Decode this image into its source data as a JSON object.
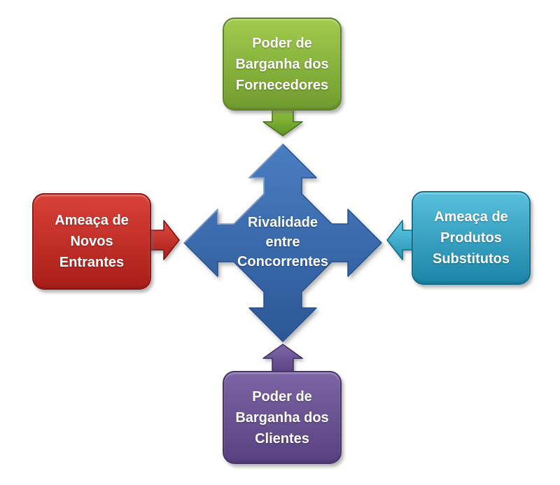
{
  "background_color": "#ffffff",
  "text_color": "#ffffff",
  "nodes": {
    "suppliers": {
      "position": "top",
      "label": "Poder de\nBarganha dos\nFornecedores",
      "box_color_top": "#a2cb4e",
      "box_color_bottom": "#6f9c2f",
      "border_color": "#5f8428",
      "arrow_color_top": "#96c740",
      "arrow_color_bottom": "#5f9225",
      "arrow_outline": "#46741a",
      "arrow_direction": "down"
    },
    "new_entrants": {
      "position": "left",
      "label": "Ameaça de\nNovos\nEntrantes",
      "box_color_top": "#d84138",
      "box_color_bottom": "#a91e19",
      "border_color": "#8f1613",
      "arrow_color_top": "#dd4a41",
      "arrow_color_bottom": "#a51d18",
      "arrow_outline": "#7e120f",
      "arrow_direction": "right"
    },
    "substitutes": {
      "position": "right",
      "label": "Ameaça de\nProdutos\nSubstitutos",
      "box_color_top": "#58bfdc",
      "box_color_bottom": "#1c84a6",
      "border_color": "#156e8c",
      "arrow_color_top": "#62cbe4",
      "arrow_color_bottom": "#2191b3",
      "arrow_outline": "#0f6a88",
      "arrow_direction": "left"
    },
    "customers": {
      "position": "bottom",
      "label": "Poder de\nBarganha dos\nClientes",
      "box_color_top": "#7b65a4",
      "box_color_bottom": "#584180",
      "border_color": "#46346a",
      "arrow_color_top": "#7e68a7",
      "arrow_color_bottom": "#5a4382",
      "arrow_outline": "#41305f",
      "arrow_direction": "up"
    },
    "rivalry": {
      "position": "center",
      "label": "Rivalidade\nentre\nConcorrentes",
      "cross_color_top": "#4a7dc1",
      "cross_color_bottom": "#2b5795",
      "cross_outline": "#24508c",
      "cross_highlight": "#b9d2ee"
    }
  }
}
